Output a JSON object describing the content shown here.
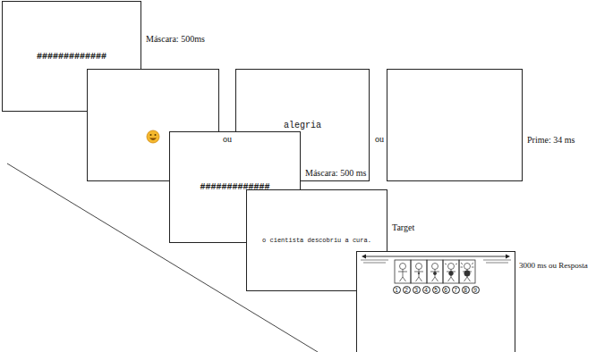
{
  "diagram": {
    "nodes": [
      {
        "text": [
          "#############"
        ]
      },
      {
        "text": [
          "alegria"
        ]
      },
      {
        "text": [
          "#############"
        ]
      },
      {
        "text": [
          "o cientista descobriu a cura."
        ]
      },
      {
        "text": [
          "1",
          "2",
          "3",
          "4",
          "5",
          "6",
          "7",
          "8",
          "9"
        ]
      }
    ],
    "labels": [
      "Máscara: 500ms",
      "ou",
      "ou",
      "Prime: 34 ms",
      "Máscara: 500 ms",
      "Target",
      "3000 ms ou Resposta"
    ]
  }
}
